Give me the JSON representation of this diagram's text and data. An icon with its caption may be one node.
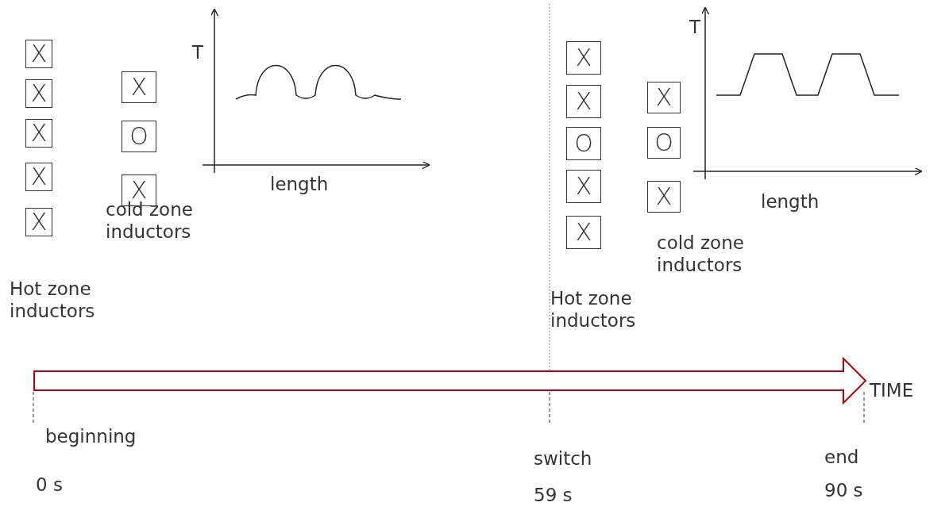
{
  "diagram": {
    "nodes": [
      {
        "text": [
          "X"
        ]
      },
      {
        "text": [
          "X"
        ]
      },
      {
        "text": [
          "X"
        ]
      },
      {
        "text": [
          "X"
        ]
      },
      {
        "text": [
          "X"
        ]
      },
      {
        "text": [
          "X"
        ]
      },
      {
        "text": [
          "O"
        ]
      },
      {
        "text": [
          "X"
        ]
      },
      {
        "text": [
          "X"
        ]
      },
      {
        "text": [
          "X"
        ]
      },
      {
        "text": [
          "O"
        ]
      },
      {
        "text": [
          "X"
        ]
      },
      {
        "text": [
          "X"
        ]
      },
      {
        "text": [
          "X"
        ]
      },
      {
        "text": [
          "O"
        ]
      },
      {
        "text": [
          "X"
        ]
      }
    ],
    "labels": [
      "T",
      "cold zone inductors",
      "length",
      "Hot zone inductors",
      "T",
      "length",
      "cold zone inductors",
      "Hot zone inductors",
      "TIME",
      "beginning",
      "switch",
      "end",
      "0 s",
      "59 s",
      "90 s"
    ]
  }
}
